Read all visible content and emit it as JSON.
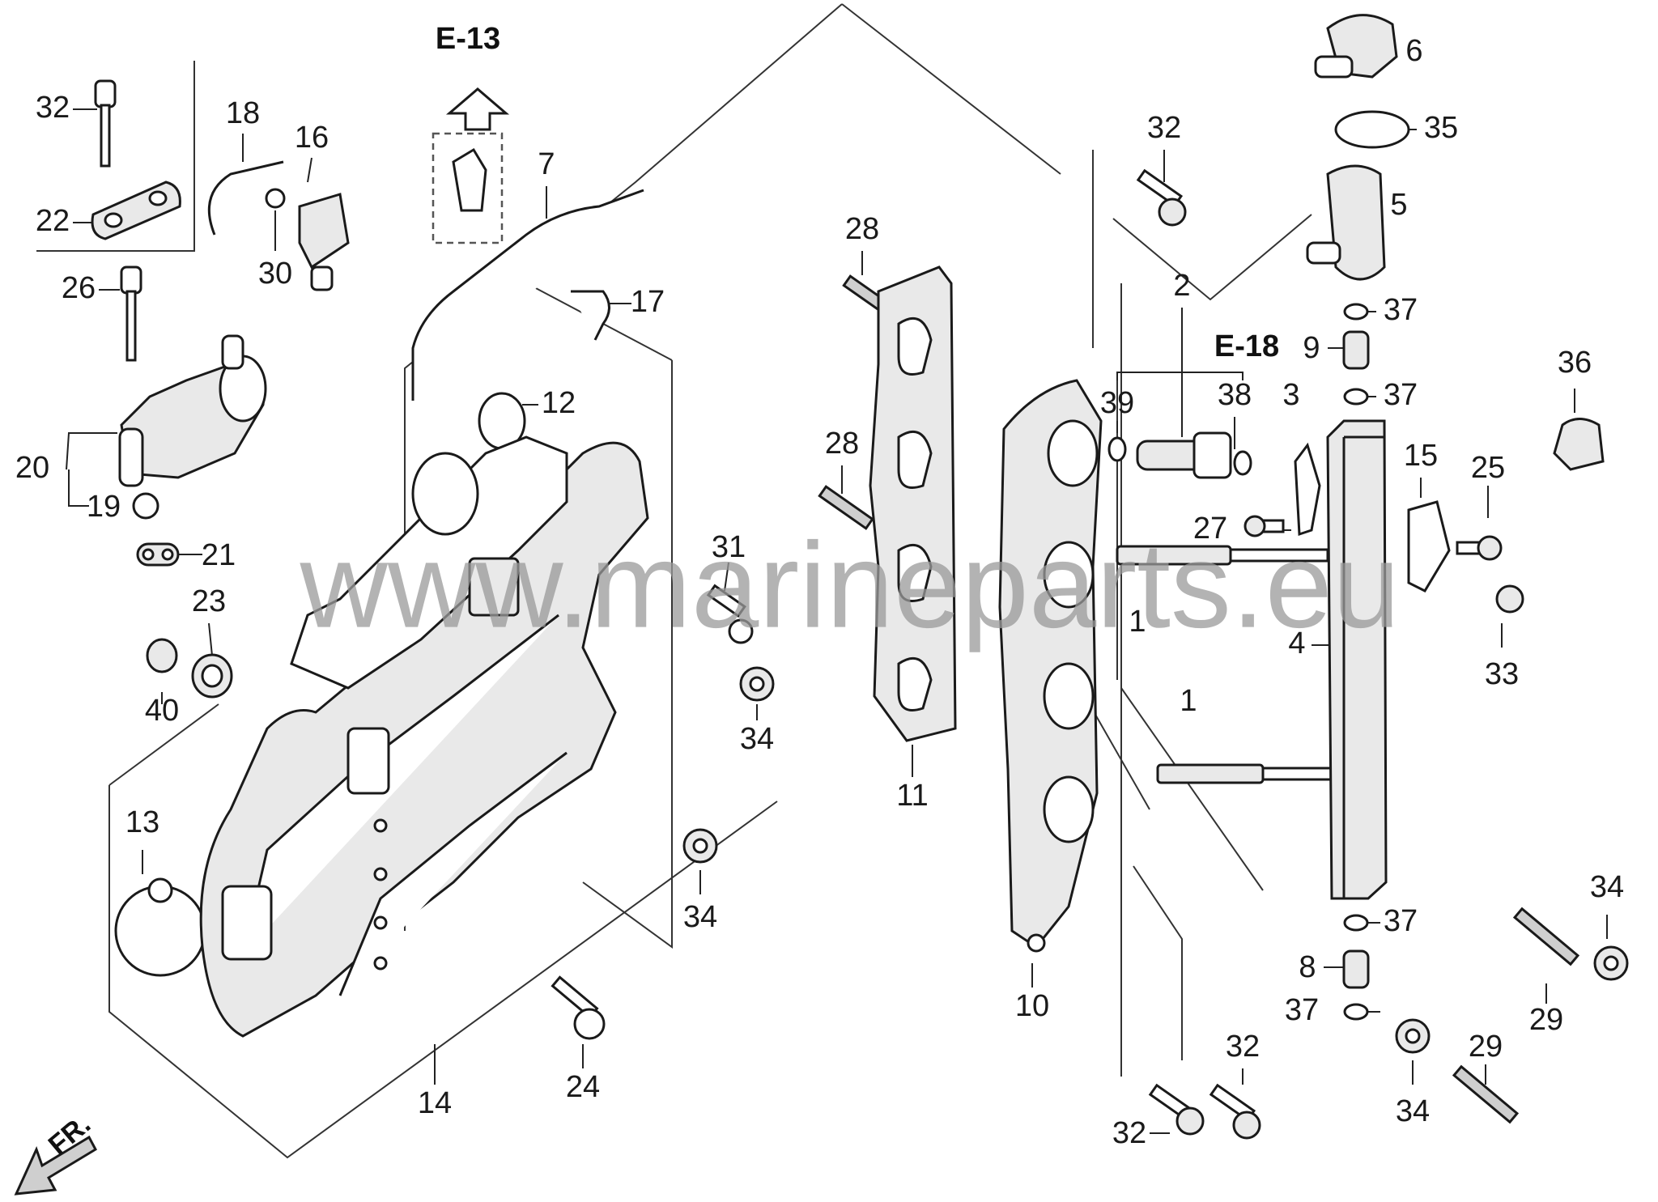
{
  "diagram": {
    "ref_top": "E-13",
    "ref_right": "E-18",
    "front_marker": "FR.",
    "watermark": "www.marineparts.eu",
    "callouts": [
      {
        "id": "c32a",
        "text": "32"
      },
      {
        "id": "c22",
        "text": "22"
      },
      {
        "id": "c18",
        "text": "18"
      },
      {
        "id": "c16",
        "text": "16"
      },
      {
        "id": "c30",
        "text": "30"
      },
      {
        "id": "c26",
        "text": "26"
      },
      {
        "id": "c20",
        "text": "20"
      },
      {
        "id": "c19",
        "text": "19"
      },
      {
        "id": "c21",
        "text": "21"
      },
      {
        "id": "c23",
        "text": "23"
      },
      {
        "id": "c40",
        "text": "40"
      },
      {
        "id": "c13",
        "text": "13"
      },
      {
        "id": "c7",
        "text": "7"
      },
      {
        "id": "c17",
        "text": "17"
      },
      {
        "id": "c12",
        "text": "12"
      },
      {
        "id": "c31",
        "text": "31"
      },
      {
        "id": "c34a",
        "text": "34"
      },
      {
        "id": "c34b",
        "text": "34"
      },
      {
        "id": "c24",
        "text": "24"
      },
      {
        "id": "c14",
        "text": "14"
      },
      {
        "id": "c28a",
        "text": "28"
      },
      {
        "id": "c28b",
        "text": "28"
      },
      {
        "id": "c11",
        "text": "11"
      },
      {
        "id": "c10",
        "text": "10"
      },
      {
        "id": "c1a",
        "text": "1"
      },
      {
        "id": "c1b",
        "text": "1"
      },
      {
        "id": "c32b",
        "text": "32"
      },
      {
        "id": "c39",
        "text": "39"
      },
      {
        "id": "c2",
        "text": "2"
      },
      {
        "id": "c38",
        "text": "38"
      },
      {
        "id": "c3",
        "text": "3"
      },
      {
        "id": "c27",
        "text": "27"
      },
      {
        "id": "c6",
        "text": "6"
      },
      {
        "id": "c35",
        "text": "35"
      },
      {
        "id": "c5",
        "text": "5"
      },
      {
        "id": "c37a",
        "text": "37"
      },
      {
        "id": "c9",
        "text": "9"
      },
      {
        "id": "c37b",
        "text": "37"
      },
      {
        "id": "c36",
        "text": "36"
      },
      {
        "id": "c15",
        "text": "15"
      },
      {
        "id": "c25",
        "text": "25"
      },
      {
        "id": "c33",
        "text": "33"
      },
      {
        "id": "c4",
        "text": "4"
      },
      {
        "id": "c37c",
        "text": "37"
      },
      {
        "id": "c8",
        "text": "8"
      },
      {
        "id": "c37d",
        "text": "37"
      },
      {
        "id": "c34c",
        "text": "34"
      },
      {
        "id": "c29a",
        "text": "29"
      },
      {
        "id": "c29b",
        "text": "29"
      },
      {
        "id": "c34d",
        "text": "34"
      },
      {
        "id": "c32c",
        "text": "32"
      },
      {
        "id": "c32d",
        "text": "32"
      }
    ]
  }
}
